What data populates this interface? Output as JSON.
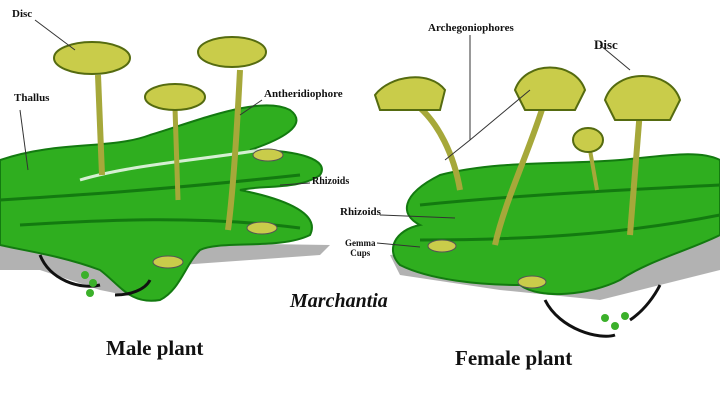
{
  "title": "Marchantia",
  "male": {
    "caption": "Male plant",
    "labels": {
      "disc": "Disc",
      "thallus": "Thallus",
      "antheridiophore": "Antheridiophore",
      "rhizoids": "Rhizoids"
    }
  },
  "female": {
    "caption": "Female plant",
    "labels": {
      "archegoniophores": "Archegoniophores",
      "disc": "Disc",
      "rhizoids": "Rhizoids",
      "gemma": "Gemma",
      "cups": "Cups"
    }
  },
  "colors": {
    "thallus": "#2fae1f",
    "thallus_dark": "#137a10",
    "stalk": "#a6a83a",
    "disc": "#c9cc4a",
    "rhizoid": "#333333"
  }
}
